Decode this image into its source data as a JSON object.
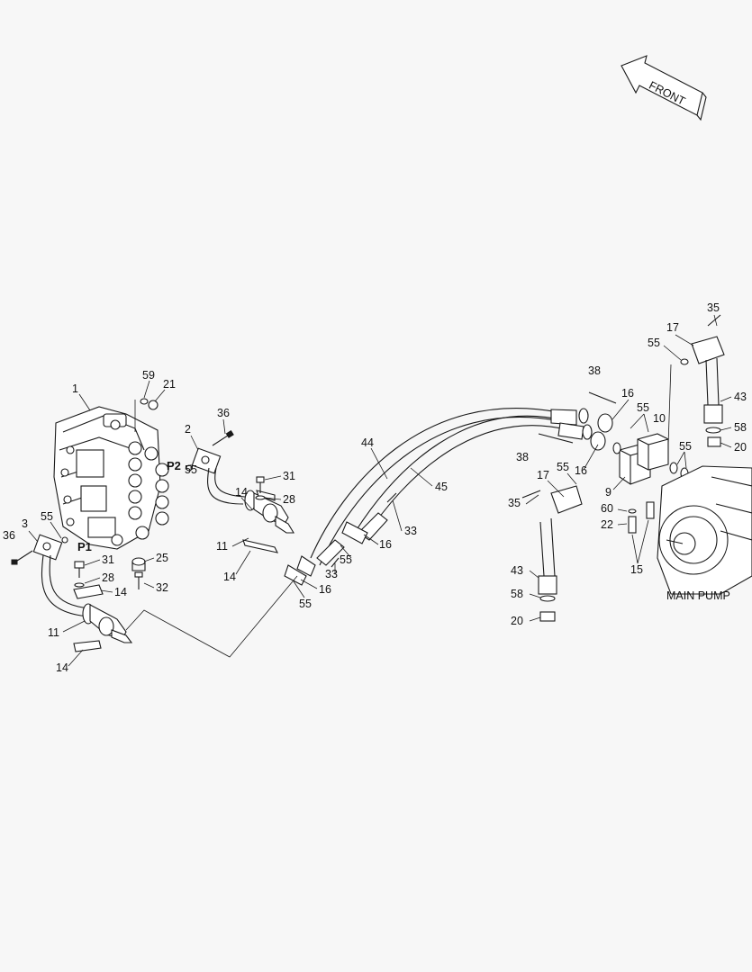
{
  "front_arrow": {
    "text": "FRONT"
  },
  "main_pump": {
    "caption": "MAIN PUMP"
  },
  "ports": {
    "p1": "P1",
    "p2": "P2"
  },
  "callouts": [
    {
      "key": "c1",
      "text": "1"
    },
    {
      "key": "c59",
      "text": "59"
    },
    {
      "key": "c21a",
      "text": "21"
    },
    {
      "key": "c2",
      "text": "2"
    },
    {
      "key": "c36a",
      "text": "36"
    },
    {
      "key": "c55a",
      "text": "55"
    },
    {
      "key": "c31a",
      "text": "31"
    },
    {
      "key": "c28a",
      "text": "28"
    },
    {
      "key": "c14a",
      "text": "14"
    },
    {
      "key": "c11a",
      "text": "11"
    },
    {
      "key": "c14b",
      "text": "14"
    },
    {
      "key": "c3",
      "text": "3"
    },
    {
      "key": "c36b",
      "text": "36"
    },
    {
      "key": "c55b",
      "text": "55"
    },
    {
      "key": "c31b",
      "text": "31"
    },
    {
      "key": "c28b",
      "text": "28"
    },
    {
      "key": "c14c",
      "text": "14"
    },
    {
      "key": "c25",
      "text": "25"
    },
    {
      "key": "c32",
      "text": "32"
    },
    {
      "key": "c11b",
      "text": "11"
    },
    {
      "key": "c14d",
      "text": "14"
    },
    {
      "key": "c44",
      "text": "44"
    },
    {
      "key": "c45",
      "text": "45"
    },
    {
      "key": "c33a",
      "text": "33"
    },
    {
      "key": "c33b",
      "text": "33"
    },
    {
      "key": "c16a",
      "text": "16"
    },
    {
      "key": "c55c",
      "text": "55"
    },
    {
      "key": "c16b",
      "text": "16"
    },
    {
      "key": "c55d",
      "text": "55"
    },
    {
      "key": "c38a",
      "text": "38"
    },
    {
      "key": "c38b",
      "text": "38"
    },
    {
      "key": "c16c",
      "text": "16"
    },
    {
      "key": "c16d",
      "text": "16"
    },
    {
      "key": "c55e",
      "text": "55"
    },
    {
      "key": "c10",
      "text": "10"
    },
    {
      "key": "c55f",
      "text": "55"
    },
    {
      "key": "c17a",
      "text": "17"
    },
    {
      "key": "c55g",
      "text": "55"
    },
    {
      "key": "c9",
      "text": "9"
    },
    {
      "key": "c35a",
      "text": "35"
    },
    {
      "key": "c60",
      "text": "60"
    },
    {
      "key": "c22",
      "text": "22"
    },
    {
      "key": "c15",
      "text": "15"
    },
    {
      "key": "c43a",
      "text": "43"
    },
    {
      "key": "c58a",
      "text": "58"
    },
    {
      "key": "c20a",
      "text": "20"
    },
    {
      "key": "c35b",
      "text": "35"
    },
    {
      "key": "c17b",
      "text": "17"
    },
    {
      "key": "c55h",
      "text": "55"
    },
    {
      "key": "c43b",
      "text": "43"
    },
    {
      "key": "c58b",
      "text": "58"
    },
    {
      "key": "c20b",
      "text": "20"
    }
  ]
}
